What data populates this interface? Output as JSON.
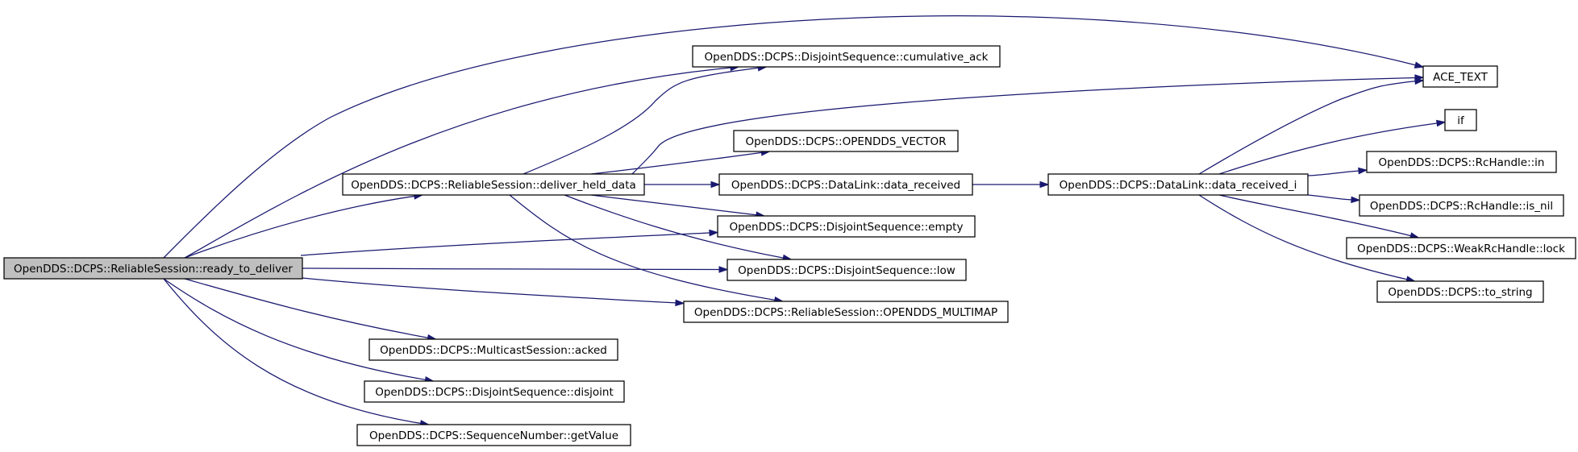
{
  "graph": {
    "nodes": [
      {
        "id": "root",
        "label": "OpenDDS::DCPS::ReliableSession::ready_to_deliver",
        "root": true
      },
      {
        "id": "deliver",
        "label": "OpenDDS::DCPS::ReliableSession::deliver_held_data"
      },
      {
        "id": "cumack",
        "label": "OpenDDS::DCPS::DisjointSequence::cumulative_ack"
      },
      {
        "id": "acetext",
        "label": "ACE_TEXT"
      },
      {
        "id": "vector",
        "label": "OpenDDS::DCPS::OPENDDS_VECTOR"
      },
      {
        "id": "datarec",
        "label": "OpenDDS::DCPS::DataLink::data_received"
      },
      {
        "id": "datareci",
        "label": "OpenDDS::DCPS::DataLink::data_received_i"
      },
      {
        "id": "empty",
        "label": "OpenDDS::DCPS::DisjointSequence::empty"
      },
      {
        "id": "low",
        "label": "OpenDDS::DCPS::DisjointSequence::low"
      },
      {
        "id": "multimap",
        "label": "OpenDDS::DCPS::ReliableSession::OPENDDS_MULTIMAP"
      },
      {
        "id": "acked",
        "label": "OpenDDS::DCPS::MulticastSession::acked"
      },
      {
        "id": "disjoint",
        "label": "OpenDDS::DCPS::DisjointSequence::disjoint"
      },
      {
        "id": "getvalue",
        "label": "OpenDDS::DCPS::SequenceNumber::getValue"
      },
      {
        "id": "if",
        "label": "if"
      },
      {
        "id": "rcin",
        "label": "OpenDDS::DCPS::RcHandle::in"
      },
      {
        "id": "isnil",
        "label": "OpenDDS::DCPS::RcHandle::is_nil"
      },
      {
        "id": "lock",
        "label": "OpenDDS::DCPS::WeakRcHandle::lock"
      },
      {
        "id": "tostring",
        "label": "OpenDDS::DCPS::to_string"
      }
    ],
    "edges": [
      {
        "from": "root",
        "to": "acetext"
      },
      {
        "from": "root",
        "to": "cumack"
      },
      {
        "from": "root",
        "to": "deliver"
      },
      {
        "from": "root",
        "to": "empty"
      },
      {
        "from": "root",
        "to": "low"
      },
      {
        "from": "root",
        "to": "multimap"
      },
      {
        "from": "root",
        "to": "acked"
      },
      {
        "from": "root",
        "to": "disjoint"
      },
      {
        "from": "root",
        "to": "getvalue"
      },
      {
        "from": "deliver",
        "to": "cumack"
      },
      {
        "from": "deliver",
        "to": "acetext"
      },
      {
        "from": "deliver",
        "to": "vector"
      },
      {
        "from": "deliver",
        "to": "datarec"
      },
      {
        "from": "deliver",
        "to": "empty"
      },
      {
        "from": "deliver",
        "to": "low"
      },
      {
        "from": "deliver",
        "to": "multimap"
      },
      {
        "from": "datarec",
        "to": "datareci"
      },
      {
        "from": "datareci",
        "to": "acetext"
      },
      {
        "from": "datareci",
        "to": "if"
      },
      {
        "from": "datareci",
        "to": "rcin"
      },
      {
        "from": "datareci",
        "to": "isnil"
      },
      {
        "from": "datareci",
        "to": "lock"
      },
      {
        "from": "datareci",
        "to": "tostring"
      }
    ],
    "colors": {
      "edge": "#191970",
      "root_fill": "#bfbfbf",
      "node_fill": "#ffffff",
      "node_border": "#000000"
    }
  }
}
